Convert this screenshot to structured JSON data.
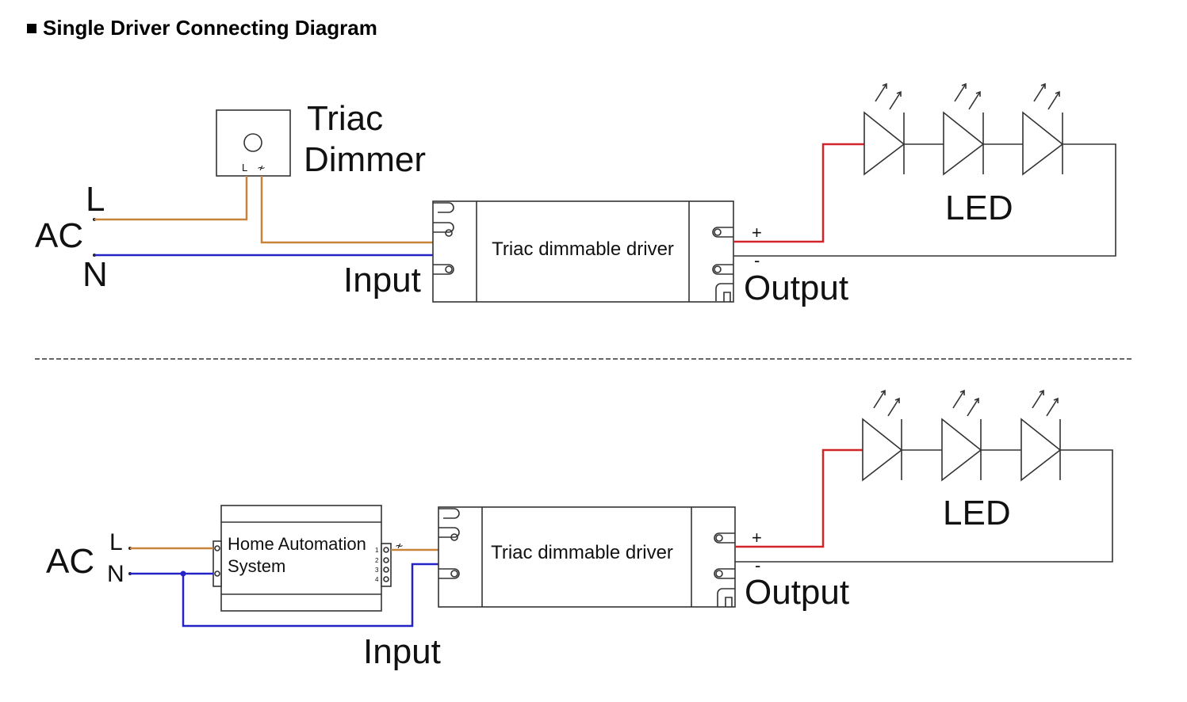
{
  "title": "Single Driver Connecting Diagram",
  "colors": {
    "live_wire": "#c8843c",
    "neutral_wire": "#2323c8",
    "positive_wire": "#d2252a",
    "line": "#333333"
  },
  "diagram1": {
    "dimmer_label_line1": "Triac",
    "dimmer_label_line2": "Dimmer",
    "dimmer_terminal_l": "L",
    "dimmer_terminal_out": "≁",
    "ac_label": "AC",
    "l_label": "L",
    "n_label": "N",
    "input_label": "Input",
    "driver_label": "Triac dimmable driver",
    "plus": "+",
    "minus": "-",
    "output_label": "Output",
    "led_label": "LED"
  },
  "diagram2": {
    "ac_label": "AC",
    "l_label": "L",
    "n_label": "N",
    "system_label_line1": "Home Automation",
    "system_label_line2": "System",
    "terminal_numbers": [
      "1",
      "2",
      "3",
      "4"
    ],
    "dim_symbol": "≁",
    "input_label": "Input",
    "driver_label": "Triac dimmable driver",
    "plus": "+",
    "minus": "-",
    "output_label": "Output",
    "led_label": "LED"
  }
}
